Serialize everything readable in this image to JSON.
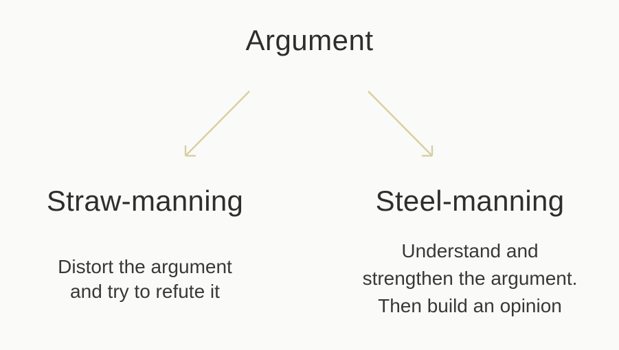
{
  "colors": {
    "background": "#fafaf9",
    "text": "#2e2e2e",
    "arrow": "#d7cfa2"
  },
  "diagram": {
    "root": {
      "label": "Argument"
    },
    "branches": [
      {
        "title": "Straw-manning",
        "lines": [
          "Distort the argument",
          "and try to refute it"
        ]
      },
      {
        "title": "Steel-manning",
        "lines": [
          "Understand and",
          "strengthen the argument.",
          "Then build an opinion"
        ]
      }
    ]
  }
}
